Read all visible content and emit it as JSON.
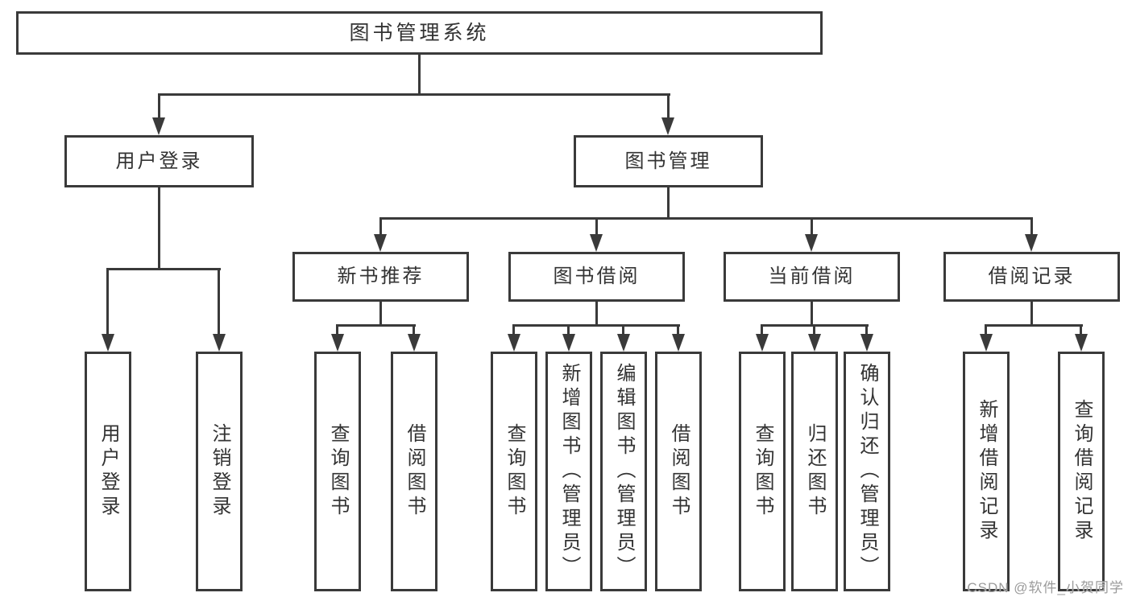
{
  "diagram": {
    "root": "图书管理系统",
    "level2": {
      "user_login": "用户登录",
      "book_management": "图书管理"
    },
    "level3": {
      "new_book_recommendation": "新书推荐",
      "book_borrowing": "图书借阅",
      "current_borrowing": "当前借阅",
      "borrowing_records": "借阅记录"
    },
    "leaves": {
      "user_login": "用户登录",
      "logout": "注销登录",
      "nb_query_books": "查询图书",
      "nb_borrow_books": "借阅图书",
      "bb_query_books": "查询图书",
      "bb_add_books_admin": "新增图书（管理员）",
      "bb_edit_books_admin": "编辑图书（管理员）",
      "bb_borrow_books": "借阅图书",
      "cb_query_books": "查询图书",
      "cb_return_books": "归还图书",
      "cb_confirm_return_admin": "确认归还（管理员）",
      "br_add_record": "新增借阅记录",
      "br_query_record": "查询借阅记录"
    }
  },
  "watermark": "CSDN @软件_小贺同学",
  "colors": {
    "line": "#3a3a3a",
    "text": "#333333",
    "watermark": "#9b9b9b",
    "background": "#ffffff"
  }
}
